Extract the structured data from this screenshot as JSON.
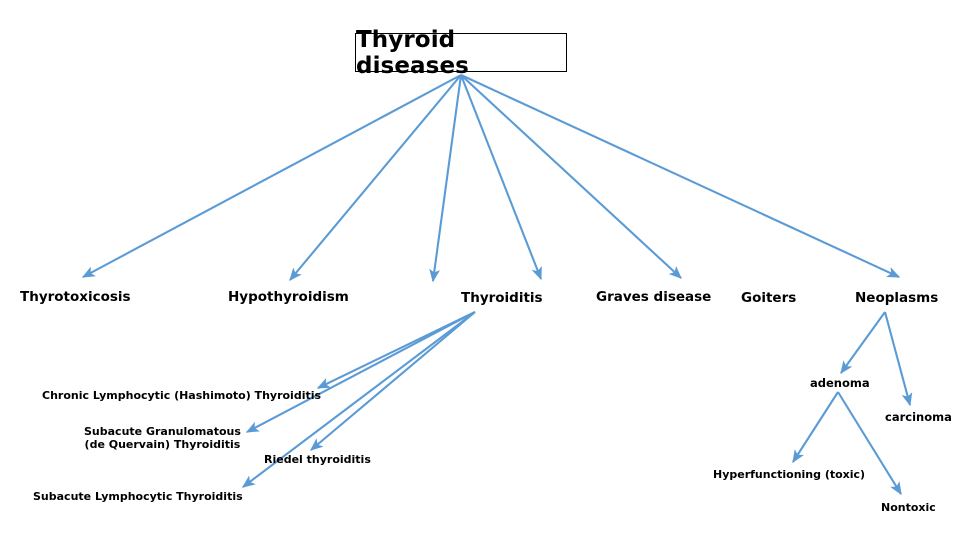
{
  "diagram": {
    "type": "tree",
    "title": "Thyroid diseases",
    "accent_color": "#5B9BD5",
    "text_color": "#000000",
    "background_color": "#FFFFFF",
    "root": {
      "label": "Thyroid diseases",
      "boxed": true,
      "border_color": "#000000"
    },
    "level2": [
      {
        "label": "Thyrotoxicosis"
      },
      {
        "label": "Hypothyroidism"
      },
      {
        "label": "Thyroiditis"
      },
      {
        "label": "Graves disease"
      },
      {
        "label": "Goiters"
      },
      {
        "label": "Neoplasms"
      }
    ],
    "thyroiditis_subtypes": [
      {
        "label": "Chronic Lymphocytic (Hashimoto) Thyroiditis"
      },
      {
        "label_line1": "Subacute Granulomatous",
        "label_line2": "(de Quervain) Thyroiditis"
      },
      {
        "label": "Riedel thyroiditis"
      },
      {
        "label": "Subacute Lymphocytic Thyroiditis"
      }
    ],
    "neoplasm_subtypes": [
      {
        "label": "adenoma"
      },
      {
        "label": "carcinoma"
      }
    ],
    "adenoma_subtypes": [
      {
        "label": "Hyperfunctioning (toxic)"
      },
      {
        "label": "Nontoxic"
      }
    ]
  }
}
